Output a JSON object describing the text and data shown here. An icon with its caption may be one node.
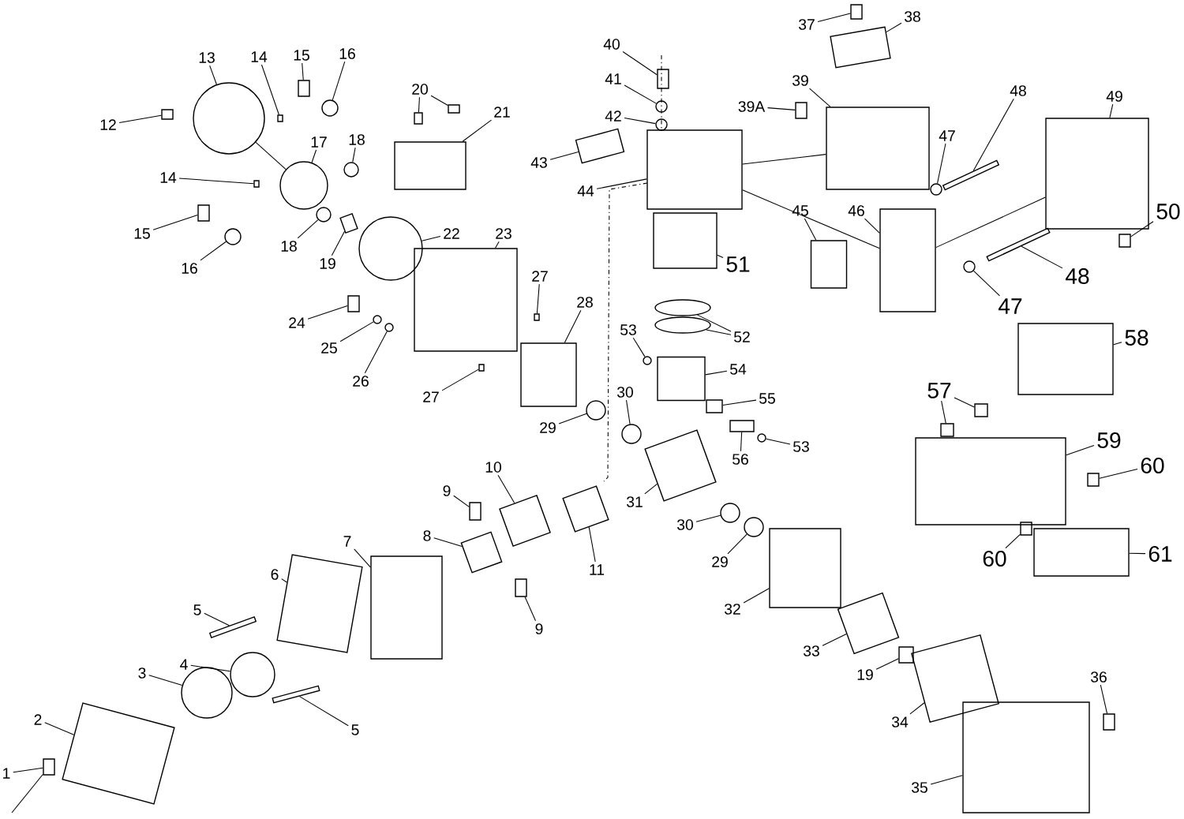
{
  "diagram": {
    "nodes": [
      {
        "text": [
          "1"
        ]
      },
      {
        "text": [],
        "shape": "box"
      },
      {
        "text": [
          "2"
        ]
      },
      {
        "text": [],
        "shape": "box"
      },
      {
        "text": [
          "3"
        ]
      },
      {
        "text": [],
        "shape": "circle"
      },
      {
        "text": [
          "4"
        ]
      },
      {
        "text": [],
        "shape": "circle"
      },
      {
        "text": [
          "5"
        ]
      },
      {
        "text": [],
        "shape": "bar"
      },
      {
        "text": [
          "6"
        ]
      },
      {
        "text": [],
        "shape": "box"
      },
      {
        "text": [
          "5"
        ]
      },
      {
        "text": [],
        "shape": "bar"
      },
      {
        "text": [
          "7"
        ]
      },
      {
        "text": [],
        "shape": "box"
      },
      {
        "text": [
          "8"
        ]
      },
      {
        "text": [],
        "shape": "box"
      },
      {
        "text": [
          "9"
        ]
      },
      {
        "text": [],
        "shape": "box"
      },
      {
        "text": [
          "10"
        ]
      },
      {
        "text": [],
        "shape": "box"
      },
      {
        "text": [
          "11"
        ]
      },
      {
        "text": [],
        "shape": "box"
      },
      {
        "text": [
          "9"
        ]
      },
      {
        "text": [],
        "shape": "box"
      },
      {
        "text": [
          "12"
        ]
      },
      {
        "text": [],
        "shape": "box"
      },
      {
        "text": [
          "13"
        ]
      },
      {
        "text": [],
        "shape": "circle"
      },
      {
        "text": [
          "14"
        ]
      },
      {
        "text": [],
        "shape": "box"
      },
      {
        "text": [
          "15"
        ]
      },
      {
        "text": [],
        "shape": "box"
      },
      {
        "text": [
          "16"
        ]
      },
      {
        "text": [],
        "shape": "circle"
      },
      {
        "text": [
          "17"
        ]
      },
      {
        "text": [],
        "shape": "circle"
      },
      {
        "text": [
          "18"
        ]
      },
      {
        "text": [],
        "shape": "circle"
      },
      {
        "text": [
          "20"
        ]
      },
      {
        "text": [],
        "shape": "box"
      },
      {
        "text": [],
        "shape": "box"
      },
      {
        "text": [
          "21"
        ]
      },
      {
        "text": [],
        "shape": "box"
      },
      {
        "text": [
          "14"
        ]
      },
      {
        "text": [],
        "shape": "box"
      },
      {
        "text": [
          "15"
        ]
      },
      {
        "text": [],
        "shape": "box"
      },
      {
        "text": [
          "16"
        ]
      },
      {
        "text": [],
        "shape": "circle"
      },
      {
        "text": [
          "18"
        ]
      },
      {
        "text": [],
        "shape": "circle"
      },
      {
        "text": [
          "19"
        ]
      },
      {
        "text": [],
        "shape": "box"
      },
      {
        "text": [
          "22"
        ]
      },
      {
        "text": [],
        "shape": "circle"
      },
      {
        "text": [
          "23"
        ]
      },
      {
        "text": [],
        "shape": "box"
      },
      {
        "text": [
          "24"
        ]
      },
      {
        "text": [],
        "shape": "box"
      },
      {
        "text": [
          "25"
        ]
      },
      {
        "text": [],
        "shape": "circle"
      },
      {
        "text": [
          "26"
        ]
      },
      {
        "text": [],
        "shape": "circle"
      },
      {
        "text": [
          "27"
        ]
      },
      {
        "text": [],
        "shape": "box"
      },
      {
        "text": [
          "27"
        ]
      },
      {
        "text": [],
        "shape": "box"
      },
      {
        "text": [
          "28"
        ]
      },
      {
        "text": [],
        "shape": "box"
      },
      {
        "text": [
          "29"
        ]
      },
      {
        "text": [],
        "shape": "circle"
      },
      {
        "text": [
          "30"
        ]
      },
      {
        "text": [],
        "shape": "circle"
      },
      {
        "text": [
          "31"
        ]
      },
      {
        "text": [],
        "shape": "box"
      },
      {
        "text": [
          "30"
        ]
      },
      {
        "text": [],
        "shape": "circle"
      },
      {
        "text": [
          "29"
        ]
      },
      {
        "text": [],
        "shape": "circle"
      },
      {
        "text": [
          "32"
        ]
      },
      {
        "text": [],
        "shape": "box"
      },
      {
        "text": [
          "33"
        ]
      },
      {
        "text": [],
        "shape": "box"
      },
      {
        "text": [
          "19"
        ]
      },
      {
        "text": [],
        "shape": "box"
      },
      {
        "text": [
          "34"
        ]
      },
      {
        "text": [],
        "shape": "box"
      },
      {
        "text": [
          "35"
        ]
      },
      {
        "text": [],
        "shape": "box"
      },
      {
        "text": [
          "36"
        ]
      },
      {
        "text": [],
        "shape": "box"
      },
      {
        "text": [
          "37"
        ]
      },
      {
        "text": [],
        "shape": "box"
      },
      {
        "text": [
          "38"
        ]
      },
      {
        "text": [],
        "shape": "box"
      },
      {
        "text": [
          "39A"
        ]
      },
      {
        "text": [],
        "shape": "box"
      },
      {
        "text": [
          "39"
        ]
      },
      {
        "text": [],
        "shape": "box"
      },
      {
        "text": [
          "40"
        ]
      },
      {
        "text": [],
        "shape": "box"
      },
      {
        "text": [
          "41"
        ]
      },
      {
        "text": [],
        "shape": "circle"
      },
      {
        "text": [
          "42"
        ]
      },
      {
        "text": [],
        "shape": "circle"
      },
      {
        "text": [
          "43"
        ]
      },
      {
        "text": [],
        "shape": "box"
      },
      {
        "text": [
          "44"
        ]
      },
      {
        "text": [],
        "shape": "box"
      },
      {
        "text": [
          "45"
        ]
      },
      {
        "text": [],
        "shape": "box"
      },
      {
        "text": [
          "46"
        ]
      },
      {
        "text": [],
        "shape": "box"
      },
      {
        "text": [
          "47"
        ]
      },
      {
        "text": [],
        "shape": "circle"
      },
      {
        "text": [
          "48"
        ]
      },
      {
        "text": [],
        "shape": "bar"
      },
      {
        "text": [
          "49"
        ]
      },
      {
        "text": [],
        "shape": "box"
      },
      {
        "text": [
          "50"
        ]
      },
      {
        "text": [],
        "shape": "box"
      },
      {
        "text": [
          "51"
        ]
      },
      {
        "text": [],
        "shape": "box"
      },
      {
        "text": [
          "52"
        ]
      },
      {
        "text": [],
        "shape": "circle"
      },
      {
        "text": [],
        "shape": "circle"
      },
      {
        "text": [
          "53"
        ]
      },
      {
        "text": [],
        "shape": "circle"
      },
      {
        "text": [
          "54"
        ]
      },
      {
        "text": [],
        "shape": "box"
      },
      {
        "text": [
          "55"
        ]
      },
      {
        "text": [],
        "shape": "box"
      },
      {
        "text": [
          "56"
        ]
      },
      {
        "text": [],
        "shape": "box"
      },
      {
        "text": [
          "53"
        ]
      },
      {
        "text": [],
        "shape": "circle"
      },
      {
        "text": [
          "57"
        ]
      },
      {
        "text": [],
        "shape": "box"
      },
      {
        "text": [],
        "shape": "box"
      },
      {
        "text": [
          "58"
        ]
      },
      {
        "text": [],
        "shape": "box"
      },
      {
        "text": [
          "59"
        ]
      },
      {
        "text": [],
        "shape": "box"
      },
      {
        "text": [
          "60"
        ]
      },
      {
        "text": [],
        "shape": "box"
      },
      {
        "text": [
          "60"
        ]
      },
      {
        "text": [],
        "shape": "box"
      },
      {
        "text": [
          "61"
        ]
      },
      {
        "text": [],
        "shape": "box"
      },
      {
        "text": [
          "47"
        ]
      },
      {
        "text": [],
        "shape": "circle"
      },
      {
        "text": [
          "48"
        ]
      },
      {
        "text": [],
        "shape": "bar"
      }
    ],
    "edges": [
      {
        "from": 0,
        "to": 1,
        "arrow": "none"
      },
      {
        "from": 2,
        "to": 3,
        "arrow": "none"
      },
      {
        "from": 4,
        "to": 5,
        "arrow": "none"
      },
      {
        "from": 6,
        "to": 7,
        "arrow": "none"
      },
      {
        "from": 8,
        "to": 9,
        "arrow": "none"
      },
      {
        "from": 10,
        "to": 11,
        "arrow": "none"
      },
      {
        "from": 12,
        "to": 13,
        "arrow": "none"
      },
      {
        "from": 14,
        "to": 15,
        "arrow": "none"
      },
      {
        "from": 16,
        "to": 17,
        "arrow": "none"
      },
      {
        "from": 18,
        "to": 19,
        "arrow": "none"
      },
      {
        "from": 20,
        "to": 21,
        "arrow": "none"
      },
      {
        "from": 22,
        "to": 23,
        "arrow": "none"
      },
      {
        "from": 24,
        "to": 25,
        "arrow": "none"
      },
      {
        "from": 26,
        "to": 27,
        "arrow": "none"
      },
      {
        "from": 28,
        "to": 29,
        "arrow": "none"
      },
      {
        "from": 30,
        "to": 31,
        "arrow": "none"
      },
      {
        "from": 32,
        "to": 33,
        "arrow": "none"
      },
      {
        "from": 34,
        "to": 35,
        "arrow": "none"
      },
      {
        "from": 36,
        "to": 37,
        "arrow": "none"
      },
      {
        "from": 38,
        "to": 39,
        "arrow": "none"
      },
      {
        "from": 40,
        "to": 41,
        "arrow": "none"
      },
      {
        "from": 40,
        "to": 42,
        "arrow": "none"
      },
      {
        "from": 43,
        "to": 44,
        "arrow": "none"
      },
      {
        "from": 45,
        "to": 46,
        "arrow": "none"
      },
      {
        "from": 47,
        "to": 48,
        "arrow": "none"
      },
      {
        "from": 49,
        "to": 50,
        "arrow": "none"
      },
      {
        "from": 51,
        "to": 52,
        "arrow": "none"
      },
      {
        "from": 53,
        "to": 54,
        "arrow": "none"
      },
      {
        "from": 55,
        "to": 56,
        "arrow": "none"
      },
      {
        "from": 57,
        "to": 58,
        "arrow": "none"
      },
      {
        "from": 59,
        "to": 60,
        "arrow": "none"
      },
      {
        "from": 61,
        "to": 62,
        "arrow": "none"
      },
      {
        "from": 63,
        "to": 64,
        "arrow": "none"
      },
      {
        "from": 65,
        "to": 66,
        "arrow": "none"
      },
      {
        "from": 67,
        "to": 68,
        "arrow": "none"
      },
      {
        "from": 69,
        "to": 70,
        "arrow": "none"
      },
      {
        "from": 71,
        "to": 72,
        "arrow": "none"
      },
      {
        "from": 73,
        "to": 74,
        "arrow": "none"
      },
      {
        "from": 75,
        "to": 76,
        "arrow": "none"
      },
      {
        "from": 77,
        "to": 78,
        "arrow": "none"
      },
      {
        "from": 79,
        "to": 80,
        "arrow": "none"
      },
      {
        "from": 81,
        "to": 82,
        "arrow": "none"
      },
      {
        "from": 83,
        "to": 84,
        "arrow": "none"
      },
      {
        "from": 85,
        "to": 86,
        "arrow": "none"
      },
      {
        "from": 87,
        "to": 88,
        "arrow": "none"
      },
      {
        "from": 89,
        "to": 90,
        "arrow": "none"
      },
      {
        "from": 91,
        "to": 92,
        "arrow": "none"
      },
      {
        "from": 93,
        "to": 94,
        "arrow": "none"
      },
      {
        "from": 95,
        "to": 96,
        "arrow": "none"
      },
      {
        "from": 97,
        "to": 98,
        "arrow": "none"
      },
      {
        "from": 99,
        "to": 100,
        "arrow": "none"
      },
      {
        "from": 101,
        "to": 102,
        "arrow": "none"
      },
      {
        "from": 103,
        "to": 104,
        "arrow": "none"
      },
      {
        "from": 105,
        "to": 106,
        "arrow": "none"
      },
      {
        "from": 107,
        "to": 108,
        "arrow": "none"
      },
      {
        "from": 109,
        "to": 110,
        "arrow": "none"
      },
      {
        "from": 111,
        "to": 112,
        "arrow": "none"
      },
      {
        "from": 113,
        "to": 114,
        "arrow": "none"
      },
      {
        "from": 115,
        "to": 116,
        "arrow": "none"
      },
      {
        "from": 117,
        "to": 118,
        "arrow": "none"
      },
      {
        "from": 119,
        "to": 120,
        "arrow": "none"
      },
      {
        "from": 121,
        "to": 122,
        "arrow": "none"
      },
      {
        "from": 123,
        "to": 124,
        "arrow": "none"
      },
      {
        "from": 125,
        "to": 126,
        "arrow": "none"
      },
      {
        "from": 125,
        "to": 127,
        "arrow": "none"
      },
      {
        "from": 128,
        "to": 129,
        "arrow": "none"
      },
      {
        "from": 130,
        "to": 131,
        "arrow": "none"
      },
      {
        "from": 132,
        "to": 133,
        "arrow": "none"
      },
      {
        "from": 134,
        "to": 135,
        "arrow": "none"
      },
      {
        "from": 136,
        "to": 137,
        "arrow": "none"
      },
      {
        "from": 138,
        "to": 139,
        "arrow": "none"
      },
      {
        "from": 138,
        "to": 140,
        "arrow": "none"
      },
      {
        "from": 141,
        "to": 142,
        "arrow": "none"
      },
      {
        "from": 143,
        "to": 144,
        "arrow": "none"
      },
      {
        "from": 145,
        "to": 146,
        "arrow": "none"
      },
      {
        "from": 147,
        "to": 148,
        "arrow": "none"
      },
      {
        "from": 149,
        "to": 150,
        "arrow": "none"
      },
      {
        "from": 151,
        "to": 152,
        "arrow": "none"
      },
      {
        "from": 153,
        "to": 154,
        "arrow": "none"
      },
      {
        "from": null,
        "to": 1,
        "arrow": "none"
      },
      {
        "from": 110,
        "to": 100,
        "arrow": "none"
      },
      {
        "from": 110,
        "to": 114,
        "arrow": "none"
      },
      {
        "from": 114,
        "to": 120,
        "arrow": "none"
      },
      {
        "from": 29,
        "to": 37,
        "arrow": "none"
      }
    ]
  }
}
